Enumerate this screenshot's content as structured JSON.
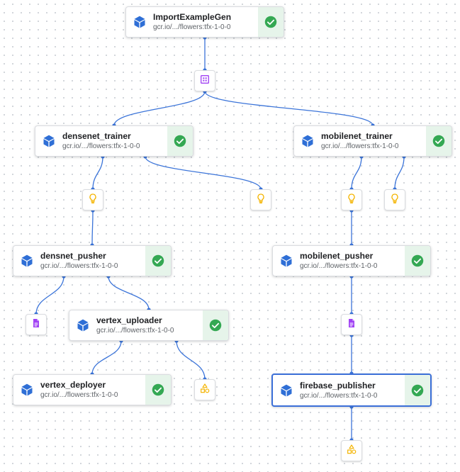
{
  "colors": {
    "edge": "#3b74d9",
    "cube_icon": "#2f6fd6",
    "success": "#34a853",
    "success_bg": "#e6f4ea",
    "model_icon": "#f4b400",
    "artifact_icon": "#a142f4"
  },
  "nodes": [
    {
      "id": "importexamplegen",
      "title": "ImportExampleGen",
      "subtitle": "gcr.io/.../flowers:tfx-1-0-0",
      "status": "success",
      "icon": "cube-icon"
    },
    {
      "id": "densenet_trainer",
      "title": "densenet_trainer",
      "subtitle": "gcr.io/.../flowers:tfx-1-0-0",
      "status": "success",
      "icon": "cube-icon"
    },
    {
      "id": "mobilenet_trainer",
      "title": "mobilenet_trainer",
      "subtitle": "gcr.io/.../flowers:tfx-1-0-0",
      "status": "success",
      "icon": "cube-icon"
    },
    {
      "id": "densnet_pusher",
      "title": "densnet_pusher",
      "subtitle": "gcr.io/.../flowers:tfx-1-0-0",
      "status": "success",
      "icon": "cube-icon"
    },
    {
      "id": "mobilenet_pusher",
      "title": "mobilenet_pusher",
      "subtitle": "gcr.io/.../flowers:tfx-1-0-0",
      "status": "success",
      "icon": "cube-icon"
    },
    {
      "id": "vertex_uploader",
      "title": "vertex_uploader",
      "subtitle": "gcr.io/.../flowers:tfx-1-0-0",
      "status": "success",
      "icon": "cube-icon"
    },
    {
      "id": "vertex_deployer",
      "title": "vertex_deployer",
      "subtitle": "gcr.io/.../flowers:tfx-1-0-0",
      "status": "success",
      "icon": "cube-icon"
    },
    {
      "id": "firebase_publisher",
      "title": "firebase_publisher",
      "subtitle": "gcr.io/.../flowers:tfx-1-0-0",
      "status": "success",
      "icon": "cube-icon",
      "selected": true
    }
  ],
  "artifacts": [
    {
      "id": "dataset",
      "type": "dataset",
      "icon": "dataset-icon"
    },
    {
      "id": "model_densenet_1",
      "type": "model",
      "icon": "lightbulb-icon"
    },
    {
      "id": "model_densenet_2",
      "type": "model",
      "icon": "lightbulb-icon"
    },
    {
      "id": "model_mobilenet_1",
      "type": "model",
      "icon": "lightbulb-icon"
    },
    {
      "id": "model_mobilenet_2",
      "type": "model",
      "icon": "lightbulb-icon"
    },
    {
      "id": "doc_densnet",
      "type": "document",
      "icon": "document-icon"
    },
    {
      "id": "doc_mobilenet",
      "type": "document",
      "icon": "document-icon"
    },
    {
      "id": "shapes_vertex",
      "type": "artifact",
      "icon": "shapes-icon"
    },
    {
      "id": "shapes_firebase",
      "type": "artifact",
      "icon": "shapes-icon"
    }
  ],
  "edges": [
    [
      "importexamplegen",
      "dataset"
    ],
    [
      "dataset",
      "densenet_trainer"
    ],
    [
      "dataset",
      "mobilenet_trainer"
    ],
    [
      "densenet_trainer",
      "model_densenet_1"
    ],
    [
      "densenet_trainer",
      "model_densenet_2"
    ],
    [
      "mobilenet_trainer",
      "model_mobilenet_1"
    ],
    [
      "mobilenet_trainer",
      "model_mobilenet_2"
    ],
    [
      "model_densenet_1",
      "densnet_pusher"
    ],
    [
      "model_mobilenet_1",
      "mobilenet_pusher"
    ],
    [
      "densnet_pusher",
      "doc_densnet"
    ],
    [
      "densnet_pusher",
      "vertex_uploader"
    ],
    [
      "mobilenet_pusher",
      "doc_mobilenet"
    ],
    [
      "doc_mobilenet",
      "firebase_publisher"
    ],
    [
      "vertex_uploader",
      "vertex_deployer"
    ],
    [
      "vertex_uploader",
      "shapes_vertex"
    ],
    [
      "firebase_publisher",
      "shapes_firebase"
    ]
  ]
}
